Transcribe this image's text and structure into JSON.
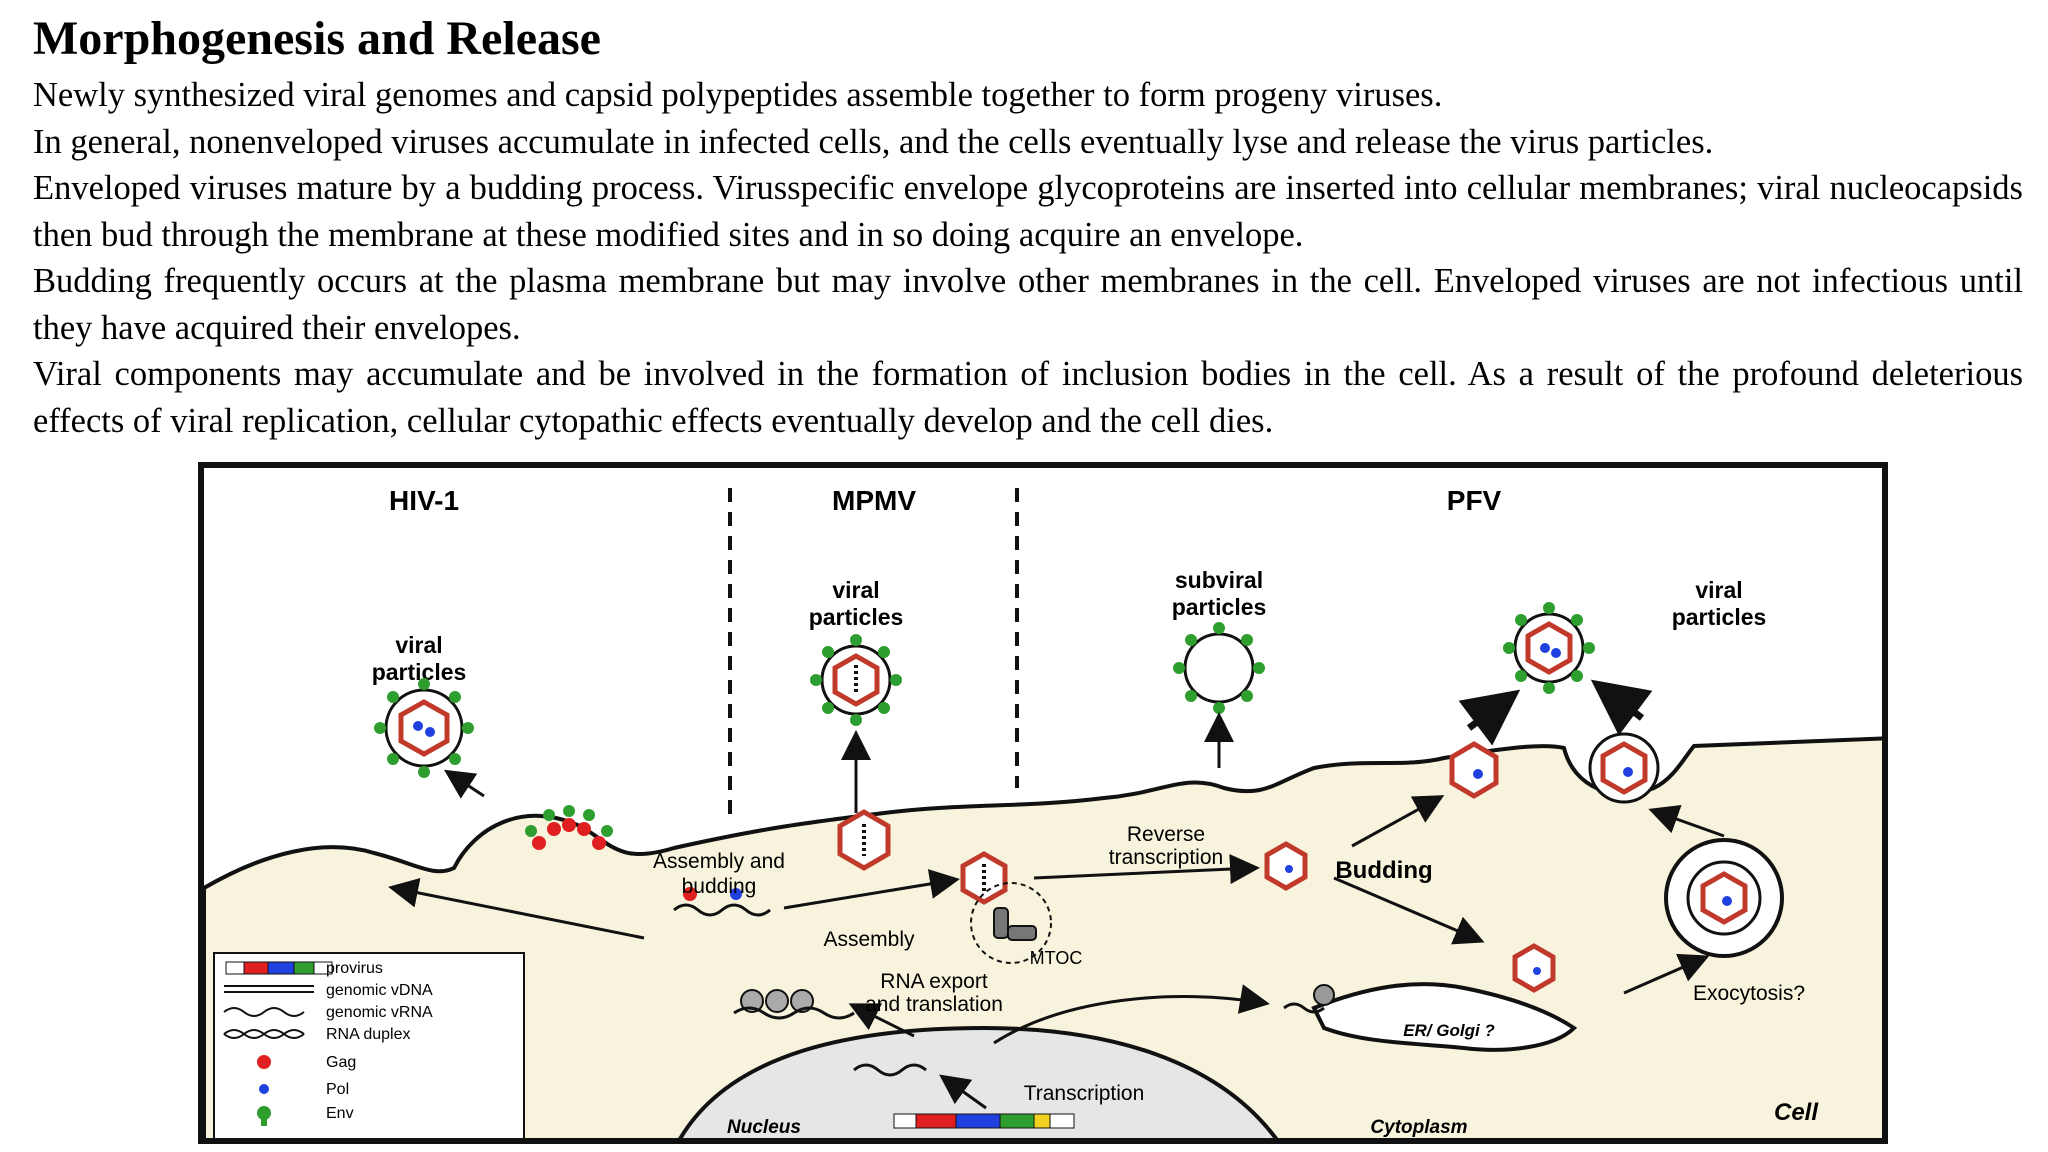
{
  "page": {
    "title": "Morphogenesis and Release",
    "paragraphs": [
      "Newly synthesized viral genomes and capsid polypeptides assemble together to form progeny viruses.",
      "In general, nonenveloped viruses accumulate in infected cells, and the cells eventually lyse and release the virus particles.",
      "Enveloped viruses mature by a budding process. Virusspecific envelope glycoproteins are inserted into cellular membranes; viral nucleocapsids then bud through the membrane at these modified sites and in so doing acquire an envelope.",
      "Budding frequently occurs at the plasma membrane but may involve other membranes in the cell. Enveloped viruses are not infectious until they have acquired their envelopes.",
      "Viral components may accumulate and be involved in the formation of inclusion bodies in the cell. As a result of the profound deleterious effects of viral replication, cellular cytopathic effects eventually develop and the cell dies."
    ]
  },
  "figure": {
    "headers": {
      "hiv": "HIV-1",
      "mpmv": "MPMV",
      "pfv": "PFV"
    },
    "labels": {
      "hiv_particles_1": "viral",
      "hiv_particles_2": "particles",
      "mpmv_particles_1": "viral",
      "mpmv_particles_2": "particles",
      "subviral_1": "subviral",
      "subviral_2": "particles",
      "pfv_particles_1": "viral",
      "pfv_particles_2": "particles",
      "assembly_budding_1": "Assembly and",
      "assembly_budding_2": "budding",
      "assembly": "Assembly",
      "mtoc": "MTOC",
      "reverse_1": "Reverse",
      "reverse_2": "transcription",
      "budding": "Budding",
      "rna_export_1": "RNA export",
      "rna_export_2": "and translation",
      "er_golgi": "ER/ Golgi ?",
      "exocytosis": "Exocytosis?",
      "transcription": "Transcription",
      "nucleus": "Nucleus",
      "cytoplasm": "Cytoplasm",
      "cell": "Cell"
    },
    "legend": {
      "provirus": "provirus",
      "genomic_vdna": "genomic vDNA",
      "genomic_vrna": "genomic vRNA",
      "rna_duplex": "RNA duplex",
      "gag": "Gag",
      "pol": "Pol",
      "env": "Env"
    },
    "colors": {
      "cytoplasm": "#f8f3dc",
      "gag": "#e02020",
      "pol": "#2040e0",
      "env": "#2e9e2e",
      "capsid": "#c0392b"
    }
  }
}
